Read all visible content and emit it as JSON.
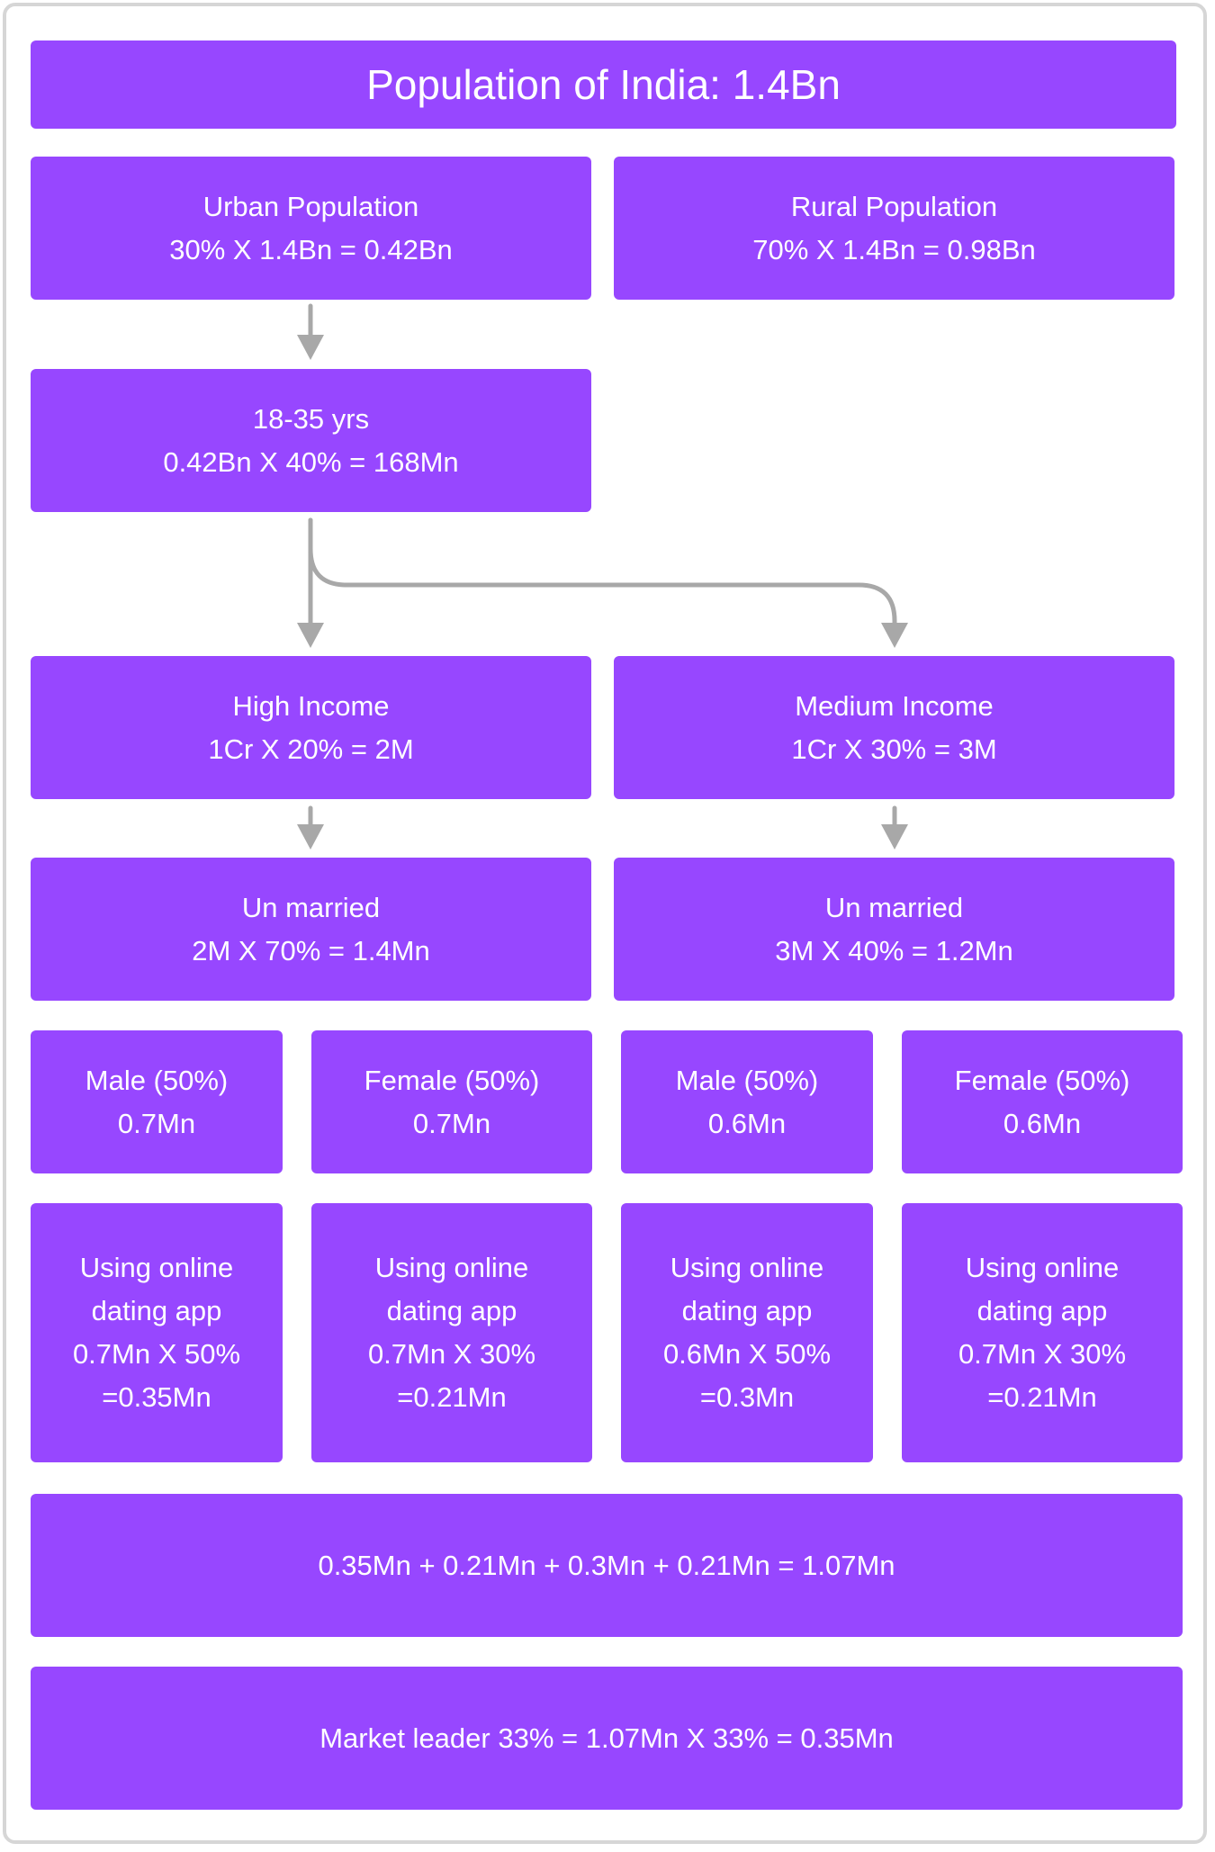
{
  "title": "Population of India: 1.4Bn",
  "urban": {
    "label": "Urban Population",
    "calc": "30% X 1.4Bn = 0.42Bn"
  },
  "rural": {
    "label": "Rural Population",
    "calc": "70% X 1.4Bn = 0.98Bn"
  },
  "age": {
    "label": "18-35 yrs",
    "calc": "0.42Bn X 40% = 168Mn"
  },
  "high_income": {
    "label": "High Income",
    "calc": "1Cr X 20% = 2M"
  },
  "medium_income": {
    "label": "Medium Income",
    "calc": "1Cr X 30% = 3M"
  },
  "unmarried_high": {
    "label": "Un married",
    "calc": "2M X 70% = 1.4Mn"
  },
  "unmarried_medium": {
    "label": "Un married",
    "calc": "3M X 40% = 1.2Mn"
  },
  "gender": [
    {
      "label": "Male (50%)",
      "value": "0.7Mn"
    },
    {
      "label": "Female (50%)",
      "value": "0.7Mn"
    },
    {
      "label": "Male (50%)",
      "value": "0.6Mn"
    },
    {
      "label": "Female (50%)",
      "value": "0.6Mn"
    }
  ],
  "dating": [
    {
      "line1": "Using online",
      "line2": "dating app",
      "line3": "0.7Mn X 50%",
      "line4": "=0.35Mn"
    },
    {
      "line1": "Using online",
      "line2": "dating app",
      "line3": "0.7Mn X 30%",
      "line4": "=0.21Mn"
    },
    {
      "line1": "Using online",
      "line2": "dating app",
      "line3": "0.6Mn X 50%",
      "line4": "=0.3Mn"
    },
    {
      "line1": "Using online",
      "line2": "dating app",
      "line3": "0.7Mn X 30%",
      "line4": "=0.21Mn"
    }
  ],
  "total": "0.35Mn + 0.21Mn + 0.3Mn + 0.21Mn = 1.07Mn",
  "market": "Market leader 33% = 1.07Mn X 33% = 0.35Mn",
  "colors": {
    "box": "#9747ff",
    "text": "#ffffff",
    "arrow": "#a8a8a8",
    "border": "#d6d6d6"
  }
}
